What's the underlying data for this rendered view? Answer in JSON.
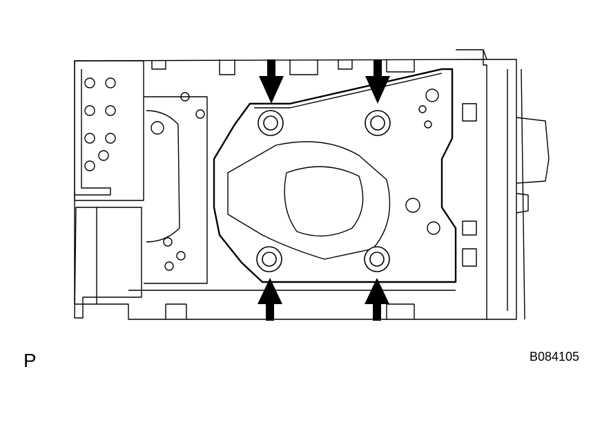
{
  "figure": {
    "view_label": "P",
    "figure_code": "B084105",
    "colors": {
      "line": "#000000",
      "fill": "#ffffff",
      "arrow": "#000000"
    },
    "callouts": [
      {
        "name": "bolt-arrow-top-left",
        "direction": "down"
      },
      {
        "name": "bolt-arrow-top-right",
        "direction": "down"
      },
      {
        "name": "bolt-arrow-bottom-left",
        "direction": "up"
      },
      {
        "name": "bolt-arrow-bottom-right",
        "direction": "up"
      }
    ]
  }
}
